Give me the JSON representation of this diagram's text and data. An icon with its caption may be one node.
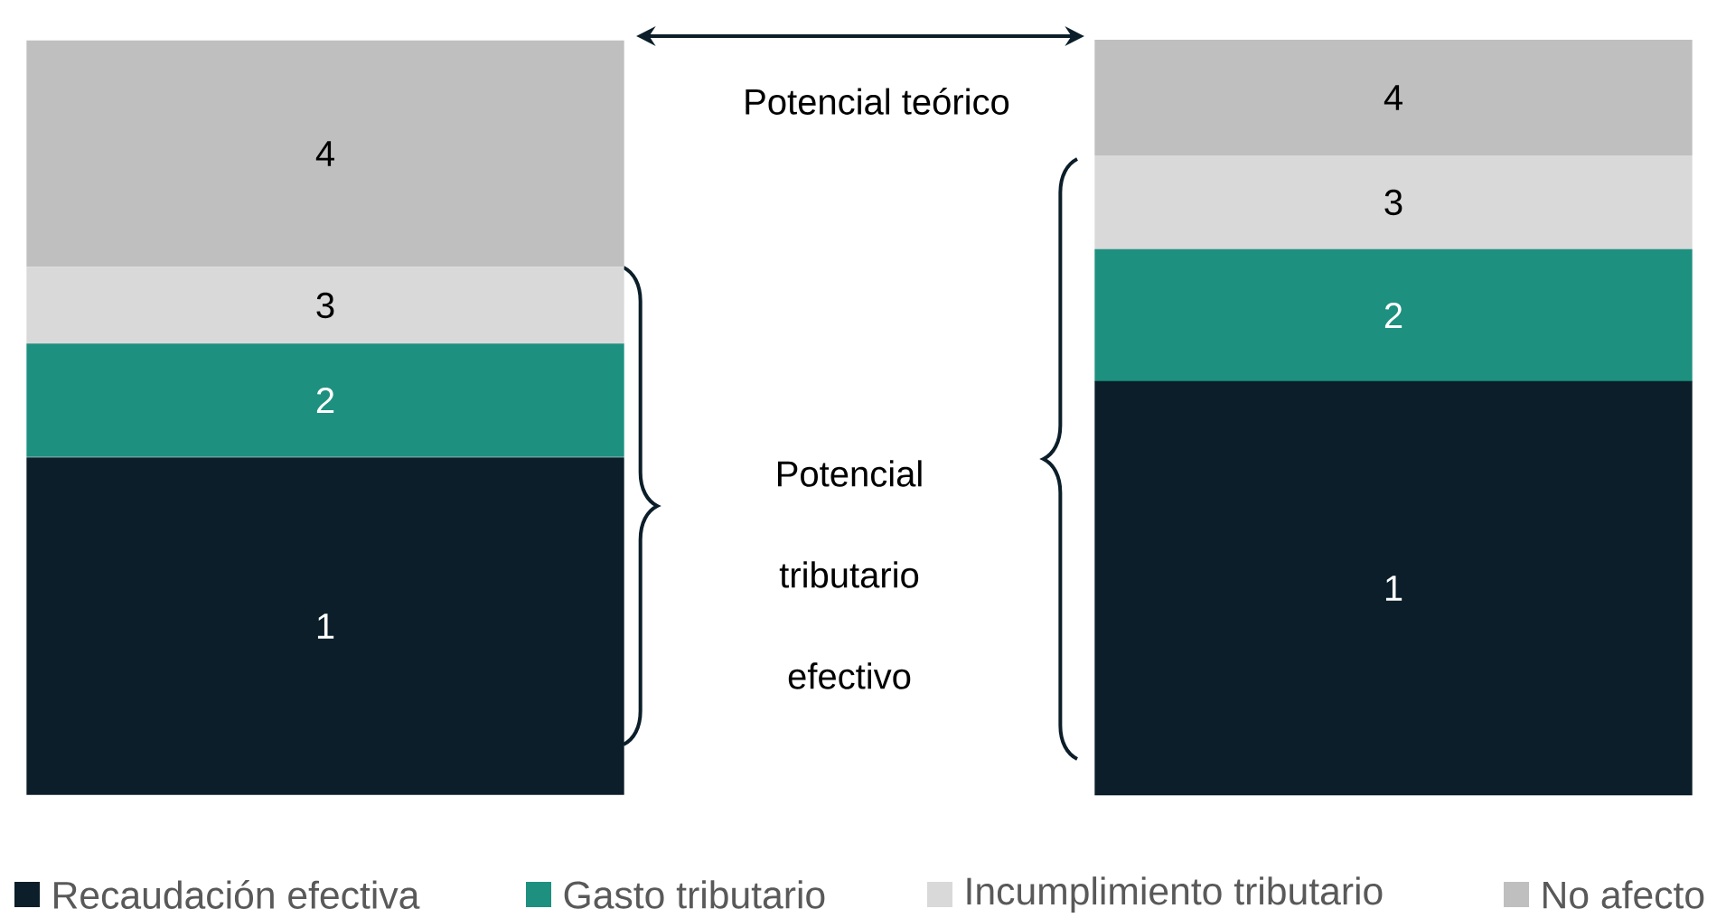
{
  "diagram": {
    "nodes": [
      {
        "text": [
          "4"
        ]
      },
      {
        "text": [
          "3"
        ]
      },
      {
        "text": [
          "2"
        ]
      },
      {
        "text": [
          "1"
        ]
      },
      {
        "text": [
          "4"
        ]
      },
      {
        "text": [
          "3"
        ]
      },
      {
        "text": [
          "2"
        ]
      },
      {
        "text": [
          "1"
        ]
      }
    ],
    "labels": [
      "Potencial teórico",
      "Potencial tributario efectivo"
    ],
    "legend": [
      {
        "text": "Recaudación efectiva",
        "color": "#0b1e29"
      },
      {
        "text": "Gasto tributario",
        "color": "#1e9080"
      },
      {
        "text": "Incumplimiento tributario",
        "color": "#d9d9d9"
      },
      {
        "text": "No afecto",
        "color": "#bfbfbf"
      }
    ]
  }
}
